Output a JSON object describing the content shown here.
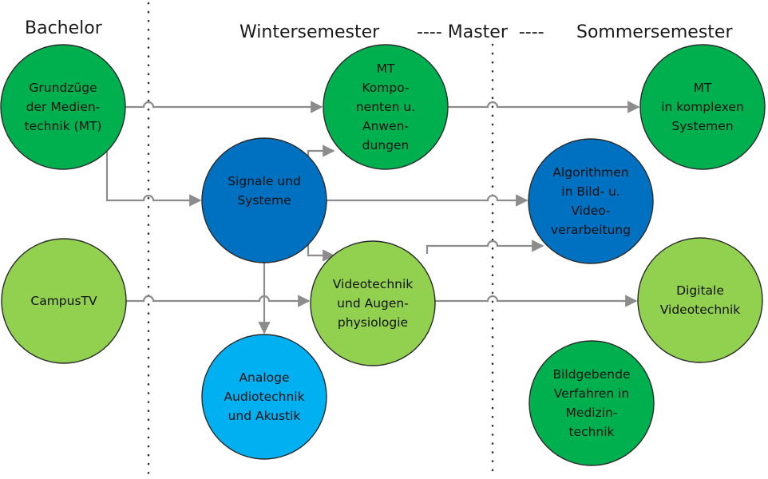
{
  "headings": {
    "bachelor": "Bachelor",
    "wintersemester": "Wintersemester",
    "master": "---- Master  ----",
    "sommersemester": "Sommersemester"
  },
  "colors": {
    "dark_green": "#00b04f",
    "light_green": "#92d050",
    "dark_blue": "#0070c0",
    "light_blue": "#00b0f0",
    "connector": "#8c8c8c"
  },
  "nodes": [
    {
      "id": "grundzuege",
      "lines": [
        "Grundzüge",
        "der Medien-",
        "technik (MT)"
      ],
      "color": "dark_green",
      "column": "bachelor"
    },
    {
      "id": "campustv",
      "lines": [
        "CampusTV"
      ],
      "color": "light_green",
      "column": "bachelor"
    },
    {
      "id": "mt-komponenten",
      "lines": [
        "MT",
        "Kompo-",
        "nenten u.",
        "Anwen-",
        "dungen"
      ],
      "color": "dark_green",
      "column": "wintersemester"
    },
    {
      "id": "signale-systeme",
      "lines": [
        "Signale und",
        "Systeme"
      ],
      "color": "dark_blue",
      "column": "wintersemester"
    },
    {
      "id": "videotechnik-augen",
      "lines": [
        "Videotechnik",
        "und Augen-",
        "physiologie"
      ],
      "color": "light_green",
      "column": "wintersemester"
    },
    {
      "id": "analoge-audio",
      "lines": [
        "Analoge",
        "Audiotechnik",
        "und Akustik"
      ],
      "color": "light_blue",
      "column": "wintersemester"
    },
    {
      "id": "mt-komplex",
      "lines": [
        "MT",
        "in komplexen",
        "Systemen"
      ],
      "color": "dark_green",
      "column": "sommersemester"
    },
    {
      "id": "algorithmen",
      "lines": [
        "Algorithmen",
        "in  Bild- u.",
        "Video-",
        "verarbeitung"
      ],
      "color": "dark_blue",
      "column": "sommersemester"
    },
    {
      "id": "digitale-video",
      "lines": [
        "Digitale",
        "Videotechnik"
      ],
      "color": "light_green",
      "column": "sommersemester"
    },
    {
      "id": "bildgebende",
      "lines": [
        "Bildgebende",
        "Verfahren in",
        "Medizin-",
        "technik"
      ],
      "color": "dark_green",
      "column": "sommersemester"
    }
  ],
  "edges": [
    {
      "from": "grundzuege",
      "to": "mt-komponenten"
    },
    {
      "from": "grundzuege",
      "to": "signale-systeme"
    },
    {
      "from": "mt-komponenten",
      "to": "mt-komplex"
    },
    {
      "from": "signale-systeme",
      "to": "mt-komponenten"
    },
    {
      "from": "signale-systeme",
      "to": "algorithmen"
    },
    {
      "from": "signale-systeme",
      "to": "videotechnik-augen"
    },
    {
      "from": "signale-systeme",
      "to": "analoge-audio"
    },
    {
      "from": "campustv",
      "to": "videotechnik-augen"
    },
    {
      "from": "videotechnik-augen",
      "to": "algorithmen"
    },
    {
      "from": "videotechnik-augen",
      "to": "digitale-video"
    }
  ]
}
